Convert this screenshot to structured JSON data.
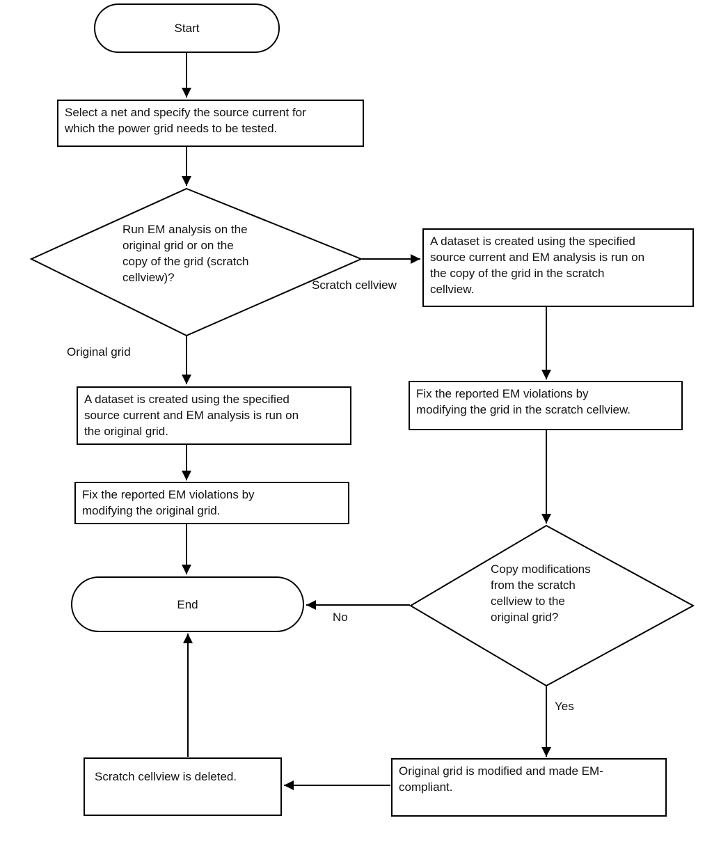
{
  "diagram": {
    "type": "flowchart",
    "colors": {
      "line": "#000000",
      "background": "#ffffff",
      "text": "#111111"
    },
    "nodes": {
      "start": {
        "shape": "terminator",
        "label": "Start"
      },
      "select_net": {
        "shape": "process",
        "text": "Select a net and specify the source current for\nwhich the power grid needs to be tested."
      },
      "decision_run_em": {
        "shape": "decision",
        "text": "Run EM analysis on the\noriginal grid or on the\ncopy of the grid (scratch\ncellview)?"
      },
      "dataset_scratch": {
        "shape": "process",
        "text": "A dataset is created using the specified\nsource current and EM analysis is run on\nthe copy of the grid in the scratch\ncellview."
      },
      "dataset_original": {
        "shape": "process",
        "text": "A dataset is created using the specified\nsource current and EM analysis is run on\nthe original grid."
      },
      "fix_original": {
        "shape": "process",
        "text": "Fix the reported EM violations by\nmodifying the original grid."
      },
      "fix_scratch": {
        "shape": "process",
        "text": "Fix the reported EM violations by\nmodifying the grid in the scratch cellview."
      },
      "end": {
        "shape": "terminator",
        "label": "End"
      },
      "decision_copy": {
        "shape": "decision",
        "text": "Copy modifications\nfrom the scratch\ncellview to the\noriginal grid?"
      },
      "compliant": {
        "shape": "process",
        "text": "Original grid is modified and made EM-\ncompliant."
      },
      "scratch_deleted": {
        "shape": "process",
        "text": "Scratch cellview is deleted."
      }
    },
    "edge_labels": {
      "original_grid": "Original grid",
      "scratch_cellview": "Scratch cellview",
      "no": "No",
      "yes": "Yes"
    }
  }
}
